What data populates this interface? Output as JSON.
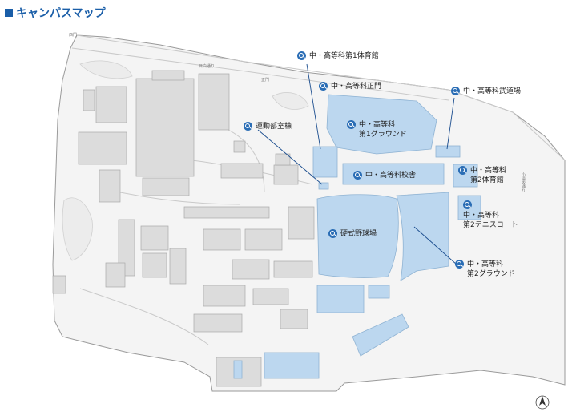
{
  "title": "キャンパスマップ",
  "facilities": {
    "gym1": "中・高等科第1体育館",
    "main_gate": "中・高等科正門",
    "budo": "中・高等科武道場",
    "club_room": "運動部室棟",
    "ground1": [
      "中・高等科",
      "第1グラウンド"
    ],
    "school_building": "中・高等科校舎",
    "gym2": [
      "中・高等科",
      "第2体育館"
    ],
    "baseball": "硬式野球場",
    "tennis2": [
      "中・高等科",
      "第2テニスコート"
    ],
    "ground2": [
      "中・高等科",
      "第2グラウンド"
    ]
  },
  "streets": {
    "west_gate": "西門",
    "mejiro_street": "目白通り",
    "main_gate_small": "正門",
    "right_street": "小滝坂通り"
  },
  "colors": {
    "accent": "#1a5ea8",
    "highlight_fill": "#bcd7ef",
    "building_fill": "#dcdcdc",
    "pin": "#2a6db5",
    "leader_line": "#1c4e8f"
  },
  "icons": [
    "map-pin-icon",
    "north-arrow-icon",
    "title-square-icon"
  ]
}
